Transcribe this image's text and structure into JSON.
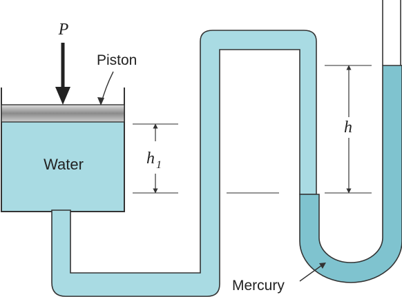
{
  "labels": {
    "force": "P",
    "piston": "Piston",
    "water": "Water",
    "h1_main": "h",
    "h1_sub": "1",
    "h": "h",
    "mercury": "Mercury"
  },
  "colors": {
    "water": "#a9dbe3",
    "mercury": "#7fc3cf",
    "outline": "#333333",
    "piston": "#9a9a9a"
  }
}
